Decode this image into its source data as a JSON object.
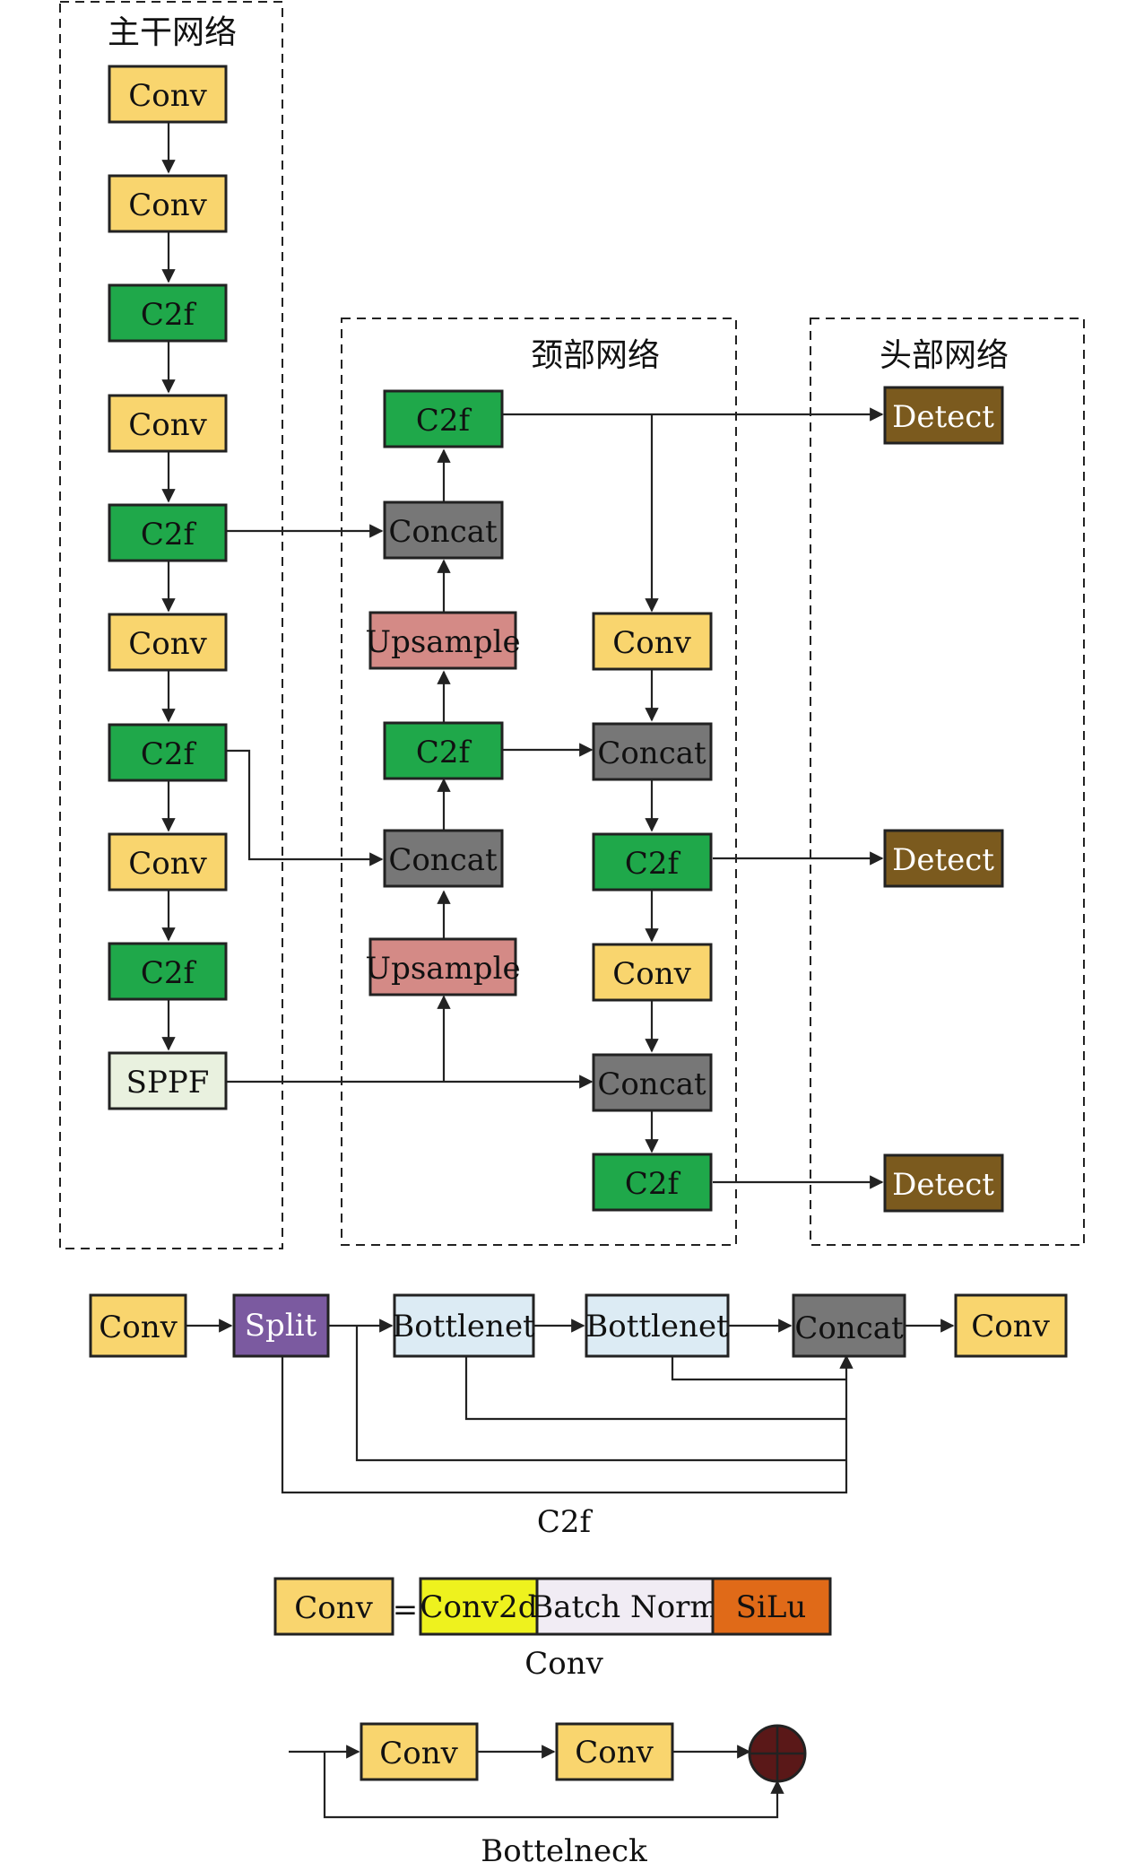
{
  "colors": {
    "conv": "#f9d56e",
    "c2f": "#1fa84a",
    "concat": "#777777",
    "upsample": "#d48a86",
    "detect": "#7b5a1e",
    "sppf": "#e9f1df",
    "split": "#7b5aa0",
    "bottlenet": "#dcebf4",
    "conv2d": "#eef21e",
    "batchnorm": "#f1ecf4",
    "silu": "#e06a18",
    "sum_node": "#5a1818"
  },
  "groups": {
    "backbone": "主干网络",
    "neck": "颈部网络",
    "head": "头部网络"
  },
  "backbone": [
    "Conv",
    "Conv",
    "C2f",
    "Conv",
    "C2f",
    "Conv",
    "C2f",
    "Conv",
    "C2f",
    "SPPF"
  ],
  "neck_left": [
    "C2f",
    "Concat",
    "Upsample",
    "C2f",
    "Concat",
    "Upsample"
  ],
  "neck_right": [
    "Conv",
    "Concat",
    "C2f",
    "Conv",
    "Concat",
    "C2f"
  ],
  "head": [
    "Detect",
    "Detect",
    "Detect"
  ],
  "c2f_detail": {
    "nodes": [
      "Conv",
      "Split",
      "Bottlenet",
      "Bottlenet",
      "Concat",
      "Conv"
    ],
    "caption": "C2f"
  },
  "conv_detail": {
    "conv": "Conv",
    "equals": "=",
    "parts": [
      "Conv2d",
      "Batch Norm",
      "SiLu"
    ],
    "caption": "Conv"
  },
  "bottleneck_detail": {
    "nodes": [
      "Conv",
      "Conv"
    ],
    "caption": "Bottelneck"
  }
}
